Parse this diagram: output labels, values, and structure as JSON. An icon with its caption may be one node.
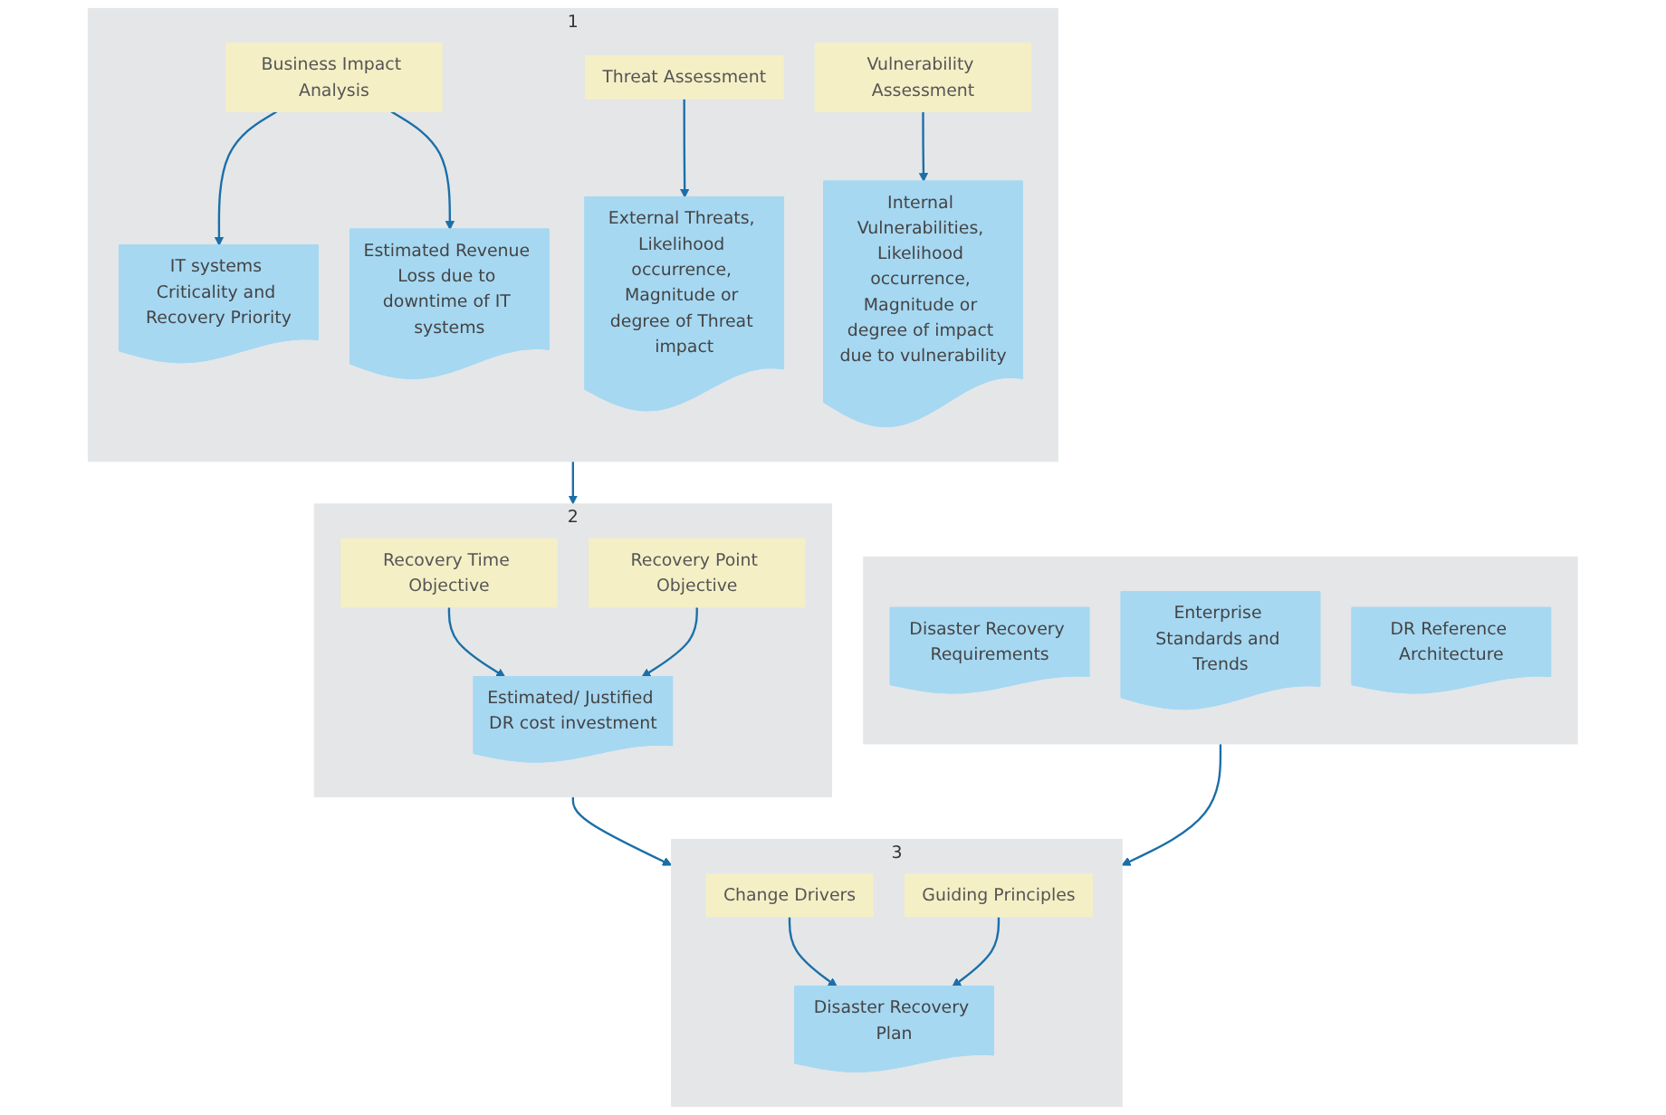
{
  "diagram": {
    "nodes": [
      {
        "text": [
          "1"
        ]
      },
      {
        "text": [
          "Business Impact Analysis"
        ],
        "in": 0
      },
      {
        "text": [
          "Threat Assessment"
        ],
        "in": 0
      },
      {
        "text": [
          "Vulnerability Assessment"
        ],
        "in": 0
      },
      {
        "text": [
          "IT systems Criticality and Recovery Priority"
        ],
        "in": 0
      },
      {
        "text": [
          "Estimated Revenue Loss due to downtime of IT systems"
        ],
        "in": 0
      },
      {
        "text": [
          "External Threats, Likelihood occurrence, Magnitude or degree of Threat impact"
        ],
        "in": 0
      },
      {
        "text": [
          "Internal Vulnerabilities, Likelihood occurrence, Magnitude or degree of impact due to vulnerability"
        ],
        "in": 0
      },
      {
        "text": [
          "2"
        ]
      },
      {
        "text": [
          "Recovery Time Objective"
        ],
        "in": 8
      },
      {
        "text": [
          "Recovery Point Objective"
        ],
        "in": 8
      },
      {
        "text": [
          "Estimated/ Justified DR cost investment"
        ],
        "in": 8
      },
      {
        "text": [
          "3"
        ]
      },
      {
        "text": [
          "Change Drivers"
        ],
        "in": 12
      },
      {
        "text": [
          "Guiding Principles"
        ],
        "in": 12
      },
      {
        "text": [
          "Disaster Recovery Plan"
        ],
        "in": 12
      },
      {
        "text": [],
        "shape": "box"
      },
      {
        "text": [
          "Disaster Recovery Requirements"
        ],
        "in": 16
      },
      {
        "text": [
          "Enterprise Standards and Trends"
        ],
        "in": 16
      },
      {
        "text": [
          "DR Reference Architecture"
        ],
        "in": 16
      }
    ],
    "edges": [
      {
        "from": 1,
        "to": 4,
        "arrow": "to"
      },
      {
        "from": 1,
        "to": 5,
        "arrow": "to"
      },
      {
        "from": 2,
        "to": 6,
        "arrow": "to"
      },
      {
        "from": 3,
        "to": 7,
        "arrow": "to"
      },
      {
        "from": 0,
        "to": 8,
        "arrow": "to"
      },
      {
        "from": 9,
        "to": 11,
        "arrow": "to"
      },
      {
        "from": 10,
        "to": 11,
        "arrow": "to"
      },
      {
        "from": 8,
        "to": 12,
        "arrow": "to"
      },
      {
        "from": 13,
        "to": 15,
        "arrow": "to"
      },
      {
        "from": 14,
        "to": 15,
        "arrow": "to"
      },
      {
        "from": 16,
        "to": 12,
        "arrow": "to"
      }
    ]
  }
}
